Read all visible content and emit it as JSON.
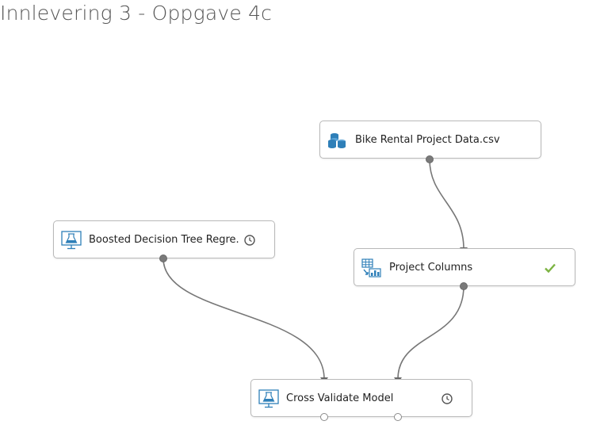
{
  "page": {
    "title": "Innlevering 3 - Oppgave 4c"
  },
  "colors": {
    "icon_blue": "#2e7fb8",
    "wire": "#777777",
    "status_ok": "#7cb342",
    "status_clock": "#555555"
  },
  "nodes": {
    "bike_rental": {
      "label": "Bike Rental Project Data.csv",
      "icon": "dataset-icon",
      "status": "none"
    },
    "project_columns": {
      "label": "Project Columns",
      "icon": "table-chart-icon",
      "status": "completed"
    },
    "boosted_tree": {
      "label": "Boosted Decision Tree Regre...",
      "icon": "flask-monitor-icon",
      "status": "pending"
    },
    "cross_validate": {
      "label": "Cross Validate Model",
      "icon": "flask-monitor-icon",
      "status": "pending"
    }
  }
}
